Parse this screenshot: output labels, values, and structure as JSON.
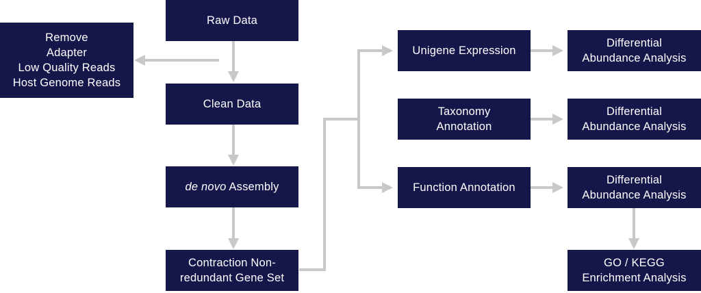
{
  "colors": {
    "node_fill": "#15164a",
    "node_text": "#ffffff",
    "connector": "#c8c8c8",
    "background": "#ffffff"
  },
  "nodes": {
    "raw_data": {
      "lines": [
        "Raw Data"
      ]
    },
    "remove": {
      "lines": [
        "Remove",
        "Adapter",
        "Low Quality Reads",
        "Host Genome Reads"
      ]
    },
    "clean_data": {
      "lines": [
        "Clean Data"
      ]
    },
    "assembly": {
      "italic": "de novo",
      "rest": " Assembly"
    },
    "gene_set": {
      "lines": [
        "Contraction Non-",
        "redundant Gene Set"
      ]
    },
    "unigene": {
      "lines": [
        "Unigene Expression"
      ]
    },
    "taxonomy": {
      "lines": [
        "Taxonomy",
        "Annotation"
      ]
    },
    "function": {
      "lines": [
        "Function Annotation"
      ]
    },
    "diff_1": {
      "lines": [
        "Differential",
        "Abundance Analysis"
      ]
    },
    "diff_2": {
      "lines": [
        "Differential",
        "Abundance Analysis"
      ]
    },
    "diff_3": {
      "lines": [
        "Differential",
        "Abundance Analysis"
      ]
    },
    "enrichment": {
      "lines": [
        "GO / KEGG",
        "Enrichment Analysis"
      ]
    }
  }
}
